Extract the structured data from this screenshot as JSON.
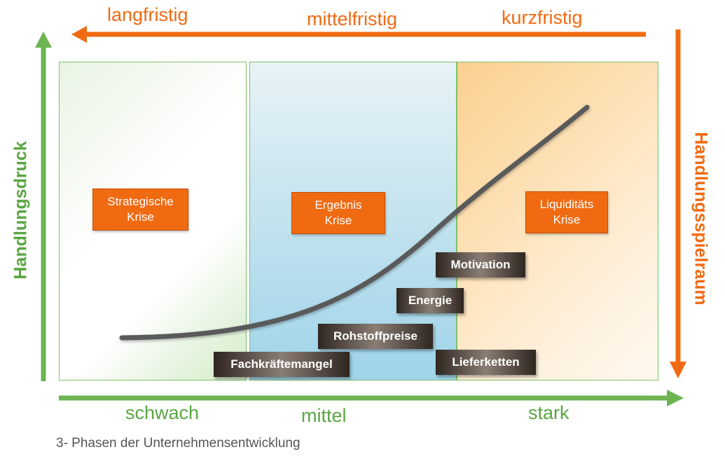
{
  "top_axis": {
    "labels": [
      "langfristig",
      "mittelfristig",
      "kurzfristig"
    ],
    "color": "#f06a12"
  },
  "bottom_axis": {
    "labels": [
      "schwach",
      "mittel",
      "stark"
    ],
    "color": "#5aa642"
  },
  "left_axis": {
    "label": "Handlungsdruck"
  },
  "right_axis": {
    "label": "Handlungsspielraum"
  },
  "phases": [
    {
      "label": "Strategische\nKrise"
    },
    {
      "label": "Ergebnis\nKrise"
    },
    {
      "label": "Liquiditäts\nKrise"
    }
  ],
  "factors": [
    "Motivation",
    "Energie",
    "Rohstoffpreise",
    "Lieferketten",
    "Fachkräftemangel"
  ],
  "caption": "3- Phasen der Unternehmensentwicklung"
}
